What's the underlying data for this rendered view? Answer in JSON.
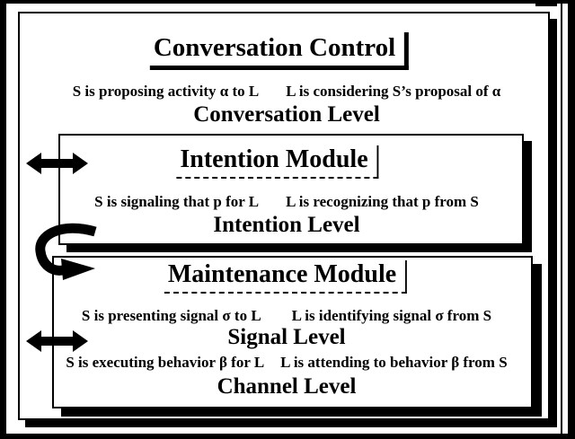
{
  "figure": {
    "control": {
      "title": "Conversation Control",
      "speaker_action": "S is proposing activity α to L",
      "listener_action": "L is considering S’s proposal of α",
      "level": "Conversation Level"
    },
    "intention": {
      "title": "Intention Module",
      "speaker_action": "S is signaling that p for L",
      "listener_action": "L is recognizing that p from S",
      "level": "Intention Level"
    },
    "maintenance": {
      "title": "Maintenance Module",
      "speaker_action": "S is presenting signal σ to L",
      "listener_action": "L is identifying signal σ from S",
      "level": "Signal Level",
      "speaker_action2": "S is executing behavior β for L",
      "listener_action2": "L is attending to behavior β from S",
      "level2": "Channel Level"
    },
    "icons": {
      "intention_exchange": "double-headed-arrow",
      "feedback_loop": "curved-arrow",
      "signal_exchange": "double-headed-arrow"
    },
    "colors": {
      "ink": "#000000",
      "paper": "#ffffff"
    }
  }
}
